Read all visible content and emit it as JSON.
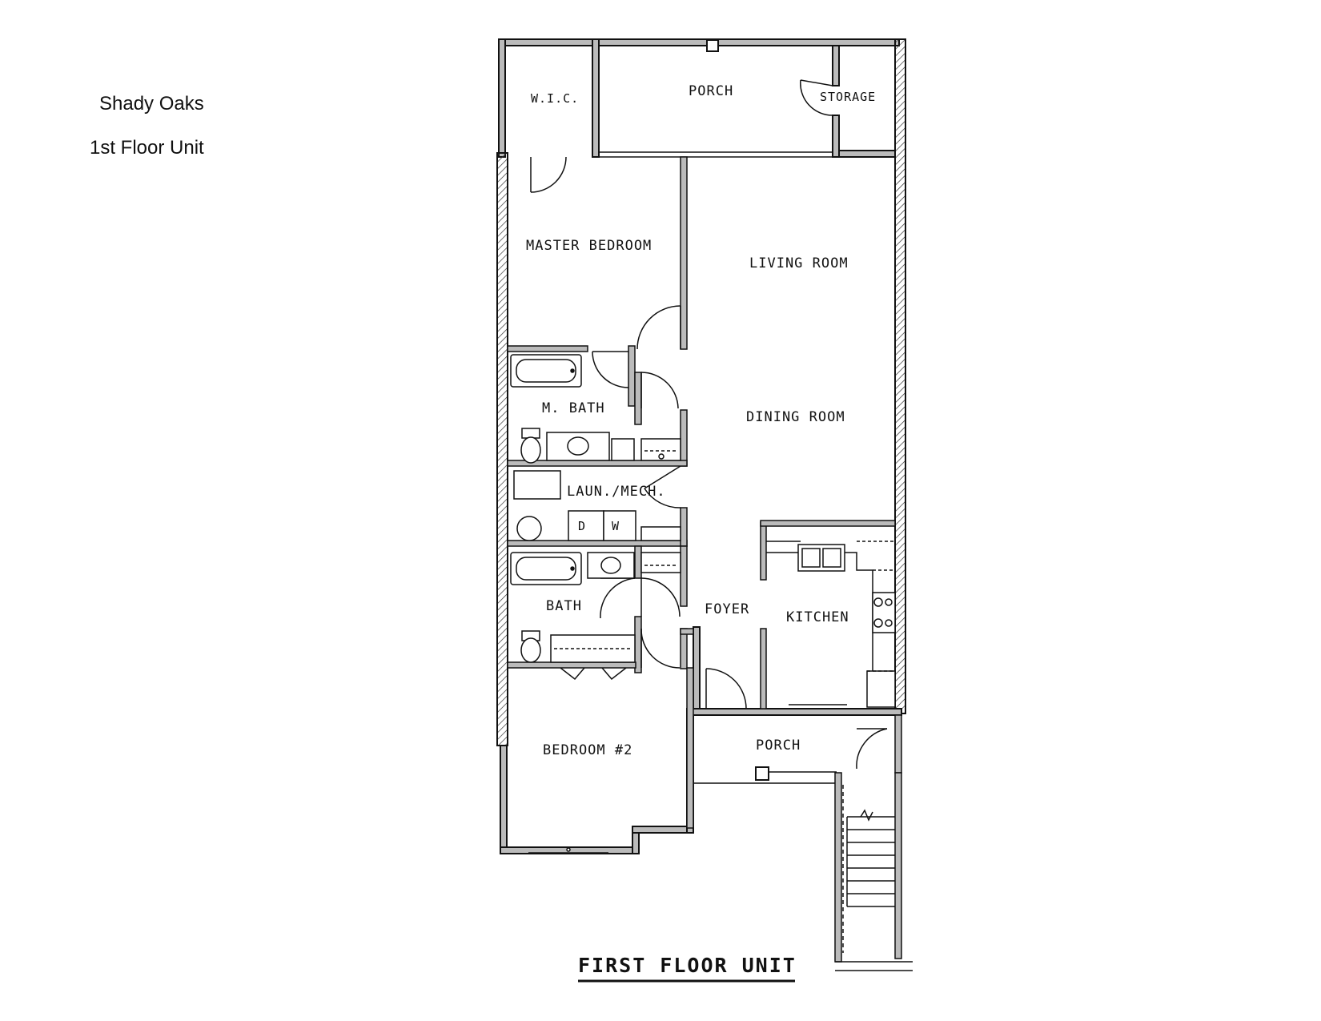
{
  "header": {
    "property_name": "Shady Oaks",
    "unit_type": "1st Floor Unit"
  },
  "floor_plan": {
    "title": "FIRST FLOOR UNIT",
    "rooms": {
      "wic": "W.I.C.",
      "porch_rear": "PORCH",
      "storage": "STORAGE",
      "master_bedroom": "MASTER BEDROOM",
      "living_room": "LIVING ROOM",
      "master_bath": "M. BATH",
      "dining_room": "DINING ROOM",
      "laundry_mech": "LAUN./MECH.",
      "bath": "BATH",
      "foyer": "FOYER",
      "kitchen": "KITCHEN",
      "bedroom_2": "BEDROOM #2",
      "porch_front": "PORCH"
    },
    "appliances": {
      "dryer": "D",
      "washer": "W"
    }
  }
}
